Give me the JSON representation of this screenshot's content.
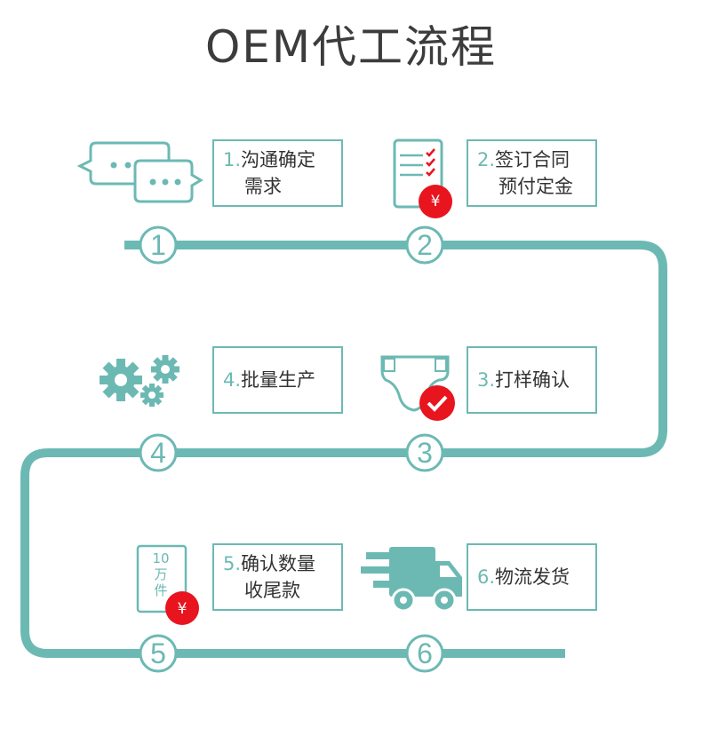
{
  "title": "OEM代工流程",
  "steps": [
    {
      "num": "1.",
      "line1": "沟通确定",
      "line2": "需求",
      "marker": "1"
    },
    {
      "num": "2.",
      "line1": "签订合同",
      "line2": "预付定金",
      "marker": "2"
    },
    {
      "num": "3.",
      "line1": "打样确认",
      "line2": "",
      "marker": "3"
    },
    {
      "num": "4.",
      "line1": "批量生产",
      "line2": "",
      "marker": "4"
    },
    {
      "num": "5.",
      "line1": "确认数量",
      "line2": "收尾款",
      "marker": "5"
    },
    {
      "num": "6.",
      "line1": "物流发货",
      "line2": "",
      "marker": "6"
    }
  ],
  "badges": {
    "yen": "¥"
  },
  "tag_10wan": {
    "line1": "10",
    "line2": "万",
    "line3": "件"
  },
  "colors": {
    "teal": "#6cb9b4",
    "red": "#e8141e",
    "title": "#3c3c3c"
  },
  "icons": [
    "chat-bubbles-icon",
    "checklist-icon",
    "diaper-icon",
    "gears-icon",
    "quantity-tag-icon",
    "delivery-truck-icon"
  ]
}
